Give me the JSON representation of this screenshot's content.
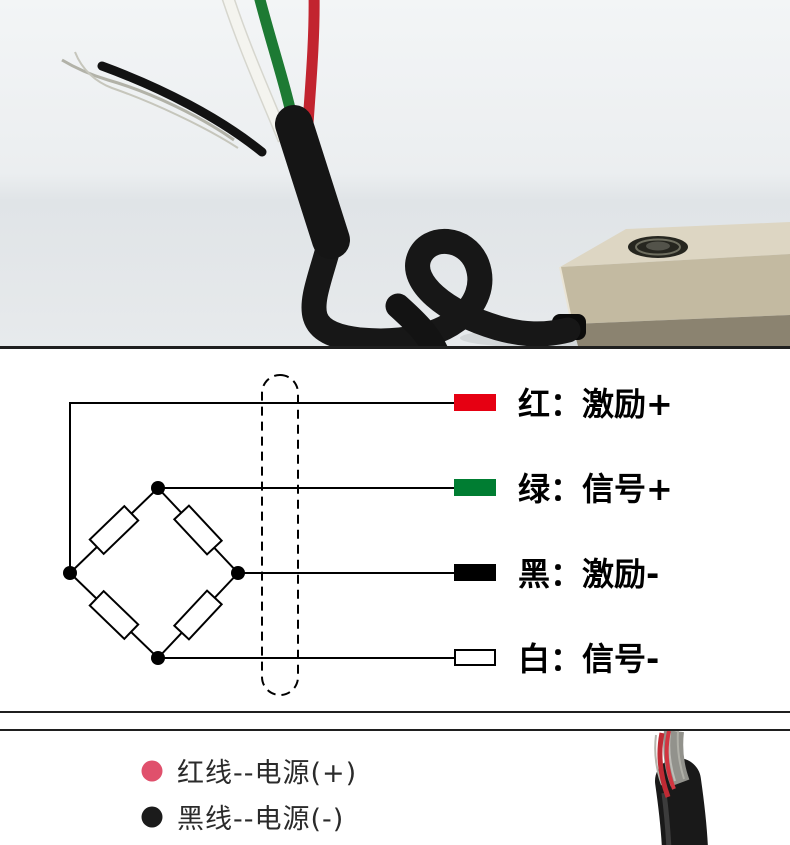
{
  "photo": {
    "subject": "s-type-load-cell-with-shielded-four-wire-cable",
    "wire_colors": {
      "red": "#c2242f",
      "green": "#1d7a33",
      "white": "#f4f4ef",
      "black": "#121212",
      "bare_shield": "#b2b2a8",
      "cable_jacket": "#171717"
    },
    "block_colors": {
      "top": "#ddd6c3",
      "front": "#c3ba a1",
      "bottom": "#8b8370"
    }
  },
  "diagram": {
    "line_color": "#000000",
    "rows": [
      {
        "wire": "red",
        "label": "红：激励+",
        "swatch_fill": "#e60012",
        "swatch_stroke": "#e60012"
      },
      {
        "wire": "green",
        "label": "绿：信号+",
        "swatch_fill": "#007d32",
        "swatch_stroke": "#007d32"
      },
      {
        "wire": "black",
        "label": "黑：激励-",
        "swatch_fill": "#000000",
        "swatch_stroke": "#000000"
      },
      {
        "wire": "white",
        "label": "白：信号-",
        "swatch_fill": "#ffffff",
        "swatch_stroke": "#000000"
      }
    ]
  },
  "legend": {
    "items": [
      {
        "wire": "red",
        "dot_color": "#e0506c",
        "label": "红线--电源(+)"
      },
      {
        "wire": "black",
        "dot_color": "#1b1b1b",
        "label": "黑线--电源(-)"
      }
    ],
    "cable_colors": {
      "jacket": "#191919",
      "shield": "#92928c",
      "wire_red": "#c02a34"
    }
  }
}
